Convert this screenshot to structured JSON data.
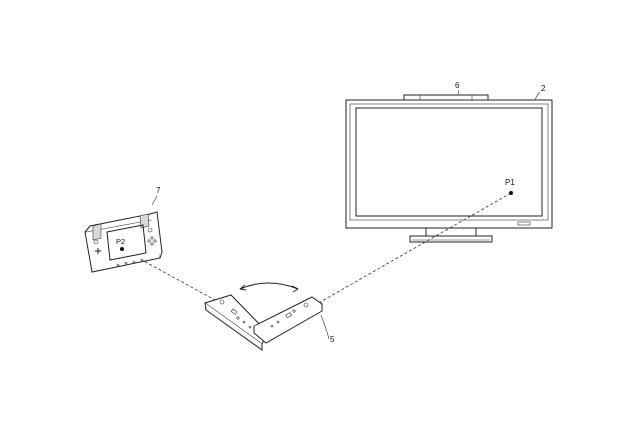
{
  "labels": {
    "ref_tv": "2",
    "ref_sensor_bar": "6",
    "ref_terminal": "7",
    "ref_controller": "5",
    "point_tv": "P1",
    "point_terminal": "P2"
  }
}
